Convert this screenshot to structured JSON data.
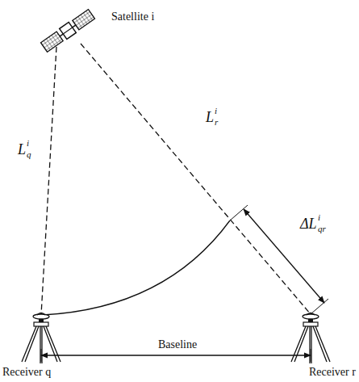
{
  "diagram": {
    "labels": [
      "Satellite i",
      "L",
      "i",
      "q",
      "L",
      "i",
      "r",
      "ΔL",
      "i",
      "qr",
      "Baseline",
      "Receiver q",
      "Receiver r"
    ]
  }
}
